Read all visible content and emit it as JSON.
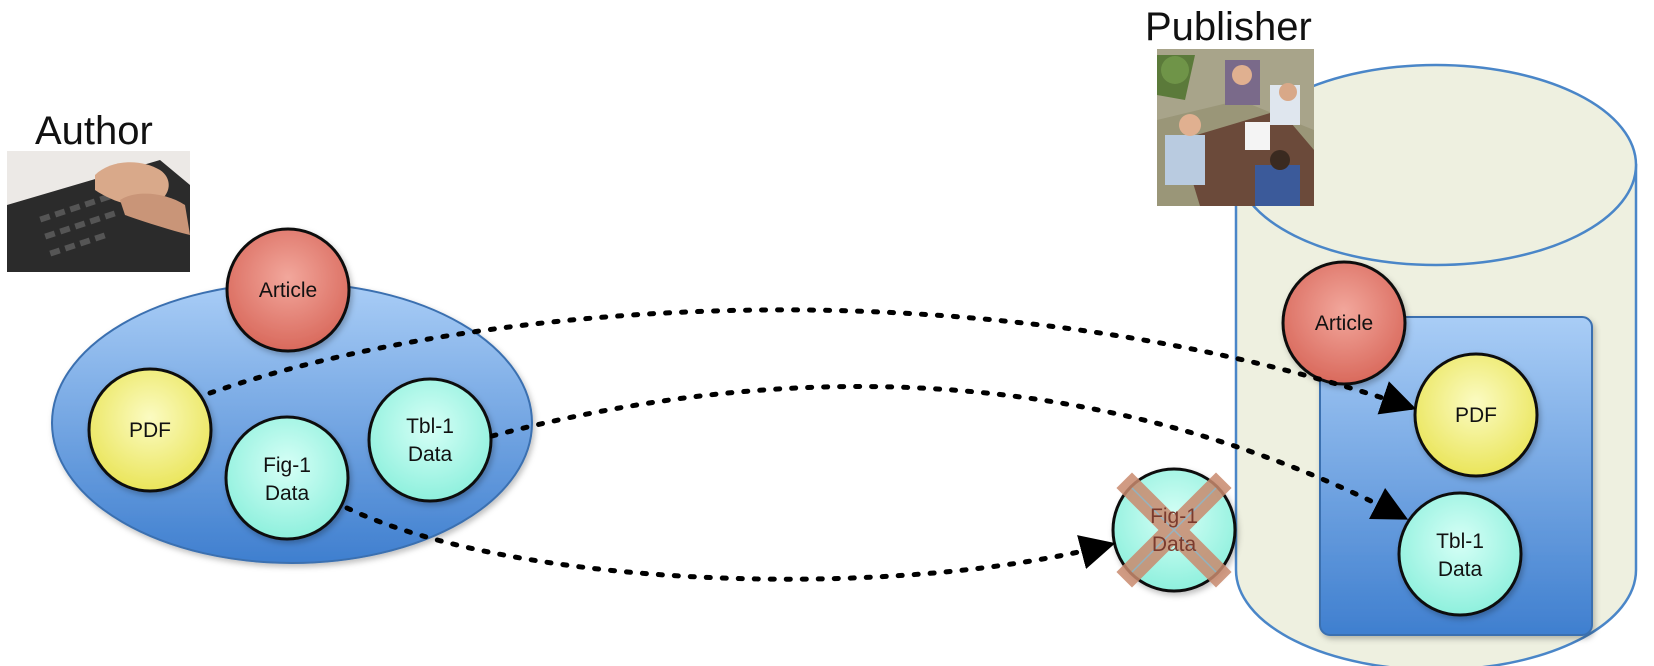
{
  "author": {
    "label": "Author",
    "photo_icon": "typing-keyboard-photo",
    "nodes": {
      "article": "Article",
      "pdf": "PDF",
      "fig1": [
        "Fig-1",
        "Data"
      ],
      "tbl1": [
        "Tbl-1",
        "Data"
      ]
    }
  },
  "publisher": {
    "label": "Publisher",
    "photo_icon": "meeting-clipart",
    "nodes": {
      "article": "Article",
      "pdf": "PDF",
      "tbl1": [
        "Tbl-1",
        "Data"
      ]
    }
  },
  "dropped": {
    "fig1": [
      "Fig-1",
      "Data"
    ],
    "icon": "x-mark-icon"
  },
  "colors": {
    "author_ellipse": "#5a95d8",
    "article": "#e07c70",
    "pdf": "#f2f07a",
    "data": "#9ff5e6",
    "database": "#eef0e0",
    "db_stroke": "#4a86c8",
    "x_mark": "#c98a6e"
  }
}
